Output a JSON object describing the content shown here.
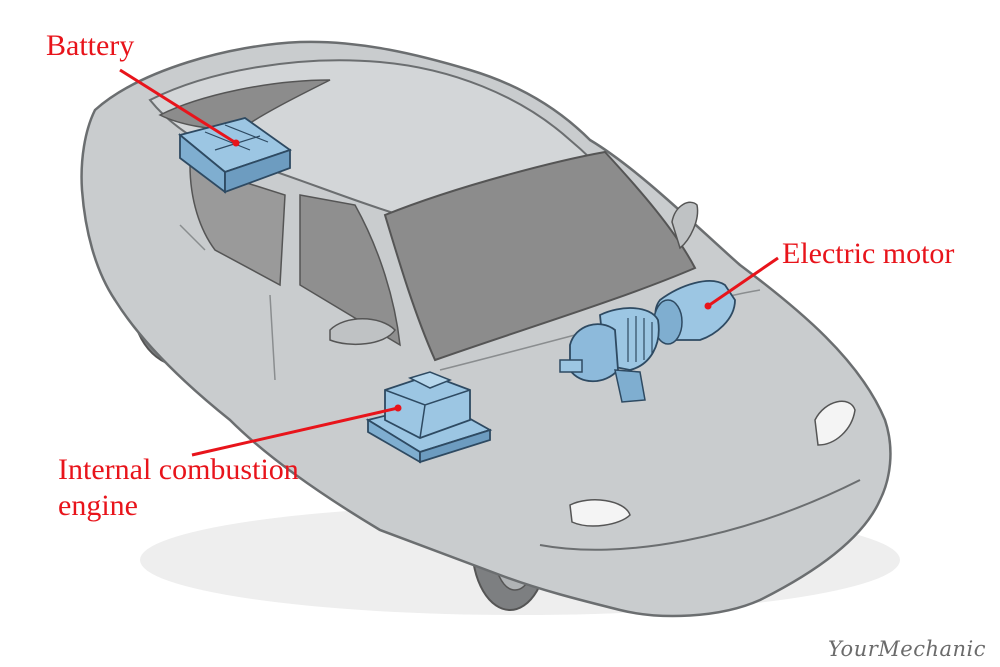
{
  "labels": {
    "battery": "Battery",
    "electric_motor": "Electric motor",
    "engine_line1": "Internal combustion",
    "engine_line2": "engine"
  },
  "watermark": "YourMechanic",
  "colors": {
    "label_red": "#e8141b",
    "leader_line": "#e8141b",
    "car_body": "#c9ccce",
    "car_outline": "#6b6e70",
    "glass": "#8c8c8c",
    "component_blue": "#9cc6e3",
    "component_outline": "#2e4a62",
    "tire": "#7d7f81"
  }
}
